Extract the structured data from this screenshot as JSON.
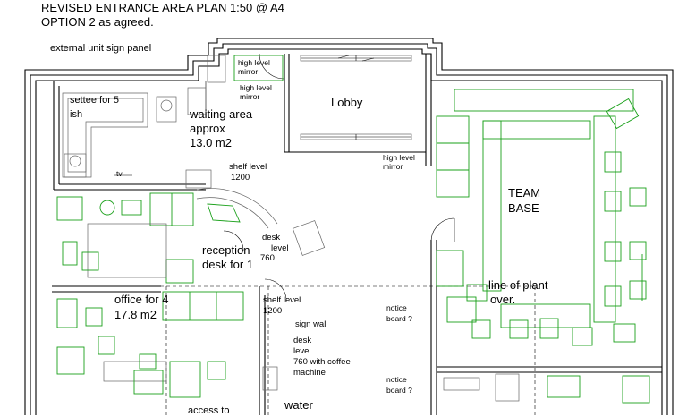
{
  "title_line1": "REVISED ENTRANCE AREA PLAN 1:50 @ A4",
  "title_line2": "OPTION 2 as agreed.",
  "labels": {
    "sign_panel": "external unit sign panel",
    "mirror_1a": "high level",
    "mirror_1b": "mirror",
    "mirror_2a": "high level",
    "mirror_2b": "mirror",
    "mirror_3a": "high level",
    "mirror_3b": "mirror",
    "lobby": "Lobby",
    "settee_a": "settee for 5",
    "settee_b": "ish",
    "waiting_a": "waiting area",
    "waiting_b": "approx",
    "waiting_c": "13.0 m2",
    "tv": "tv",
    "shelf1_a": "shelf level",
    "shelf1_b": "1200",
    "team_a": "TEAM",
    "team_b": "BASE",
    "desk1_a": "desk",
    "desk1_b": "level",
    "desk1_c": "760",
    "reception_a": "reception",
    "reception_b": "desk for 1",
    "plant_a": "line of plant",
    "plant_b": "over.",
    "office_a": "office for 4",
    "office_b": "17.8 m2",
    "shelf2_a": "shelf level",
    "shelf2_b": "1200",
    "notice1_a": "notice",
    "notice1_b": "board ?",
    "sign_wall": "sign wall",
    "desk2_a": "desk",
    "desk2_b": "level",
    "desk2_c": "760 with coffee",
    "desk2_d": "machine",
    "notice2_a": "notice",
    "notice2_b": "board ?",
    "water": "water",
    "access": "access to"
  },
  "colors": {
    "walls": "#000000",
    "furniture": "#1aa01a",
    "background": "#ffffff"
  }
}
